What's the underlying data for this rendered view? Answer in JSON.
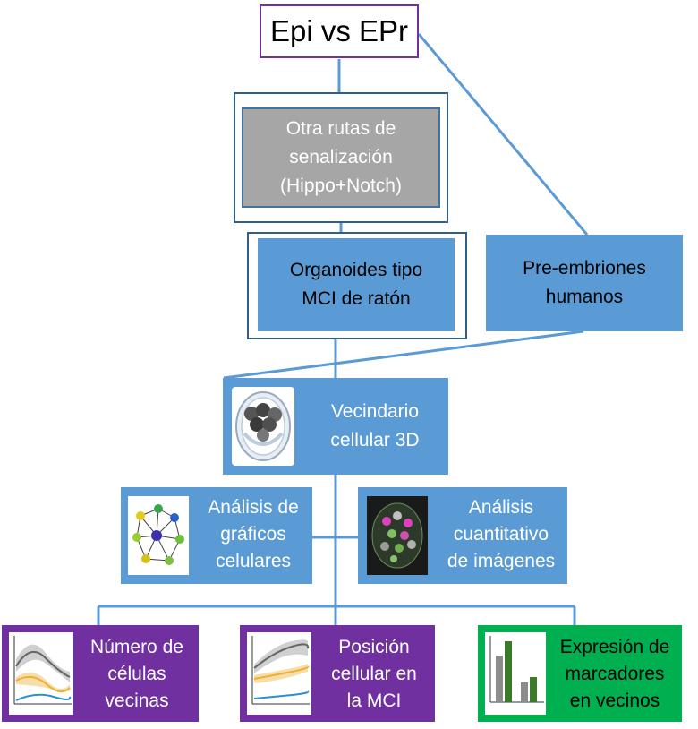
{
  "title": "Epi vs EPr",
  "boxes": {
    "signaling": "Otra rutas de\nsenalización\n(Hippo+Notch)",
    "organoids": "Organoides tipo\nMCI de ratón",
    "human": "Pre-embriones\nhumanos",
    "neighborhood": "Vecindario\ncellular 3D",
    "graph": "Análisis de\ngráficos\ncelulares",
    "image": "Análisis\ncuantitativo\nde imágenes",
    "neighbors": "Número de\ncélulas\nvecinas",
    "position": "Posición\ncellular en\nla MCI",
    "markers": "Expresión de\nmarcadores\nen vecinos"
  },
  "colors": {
    "blue": "#5b9bd5",
    "gray": "#a6a6a6",
    "purple": "#7030a0",
    "green": "#00b050",
    "line": "#5b9bd5"
  },
  "icons": {
    "neighborhood": "cell-cluster-3d-icon",
    "graph": "cell-graph-network-icon",
    "image": "fluorescence-image-icon",
    "neighbors": "neighbor-count-plot-icon",
    "position": "icm-distance-plot-icon",
    "markers": "marker-bar-chart-icon"
  }
}
